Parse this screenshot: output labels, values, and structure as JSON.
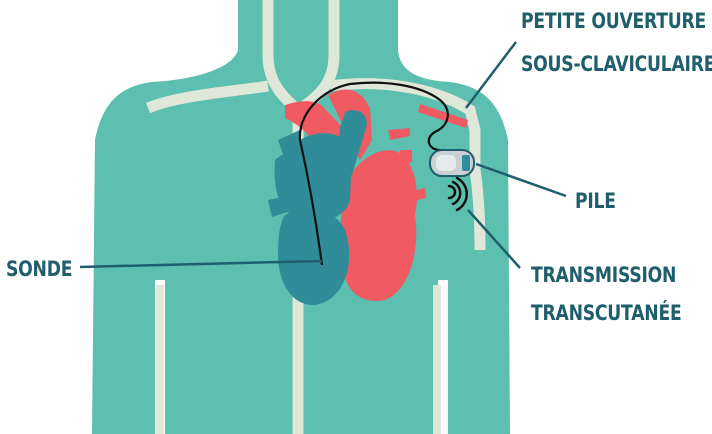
{
  "labels": {
    "opening_line1": "PETITE OUVERTURE",
    "opening_line2": "SOUS-CLAVICULAIRE",
    "battery": "PILE",
    "lead": "SONDE",
    "transmission_line1": "TRANSMISSION",
    "transmission_line2": "TRANSCUTANÉE"
  },
  "colors": {
    "body": "#5cbfb0",
    "outline": "#dfe7d9",
    "heart_right": "#2f8c98",
    "heart_left": "#ef5a63",
    "label_text": "#1f5e6c",
    "leader_line": "#1f5e6c",
    "lead_wire": "#111111",
    "device": "#c9d1d4"
  },
  "icons": {
    "signal": "wireless-signal-icon",
    "battery": "pacemaker-device-icon"
  }
}
